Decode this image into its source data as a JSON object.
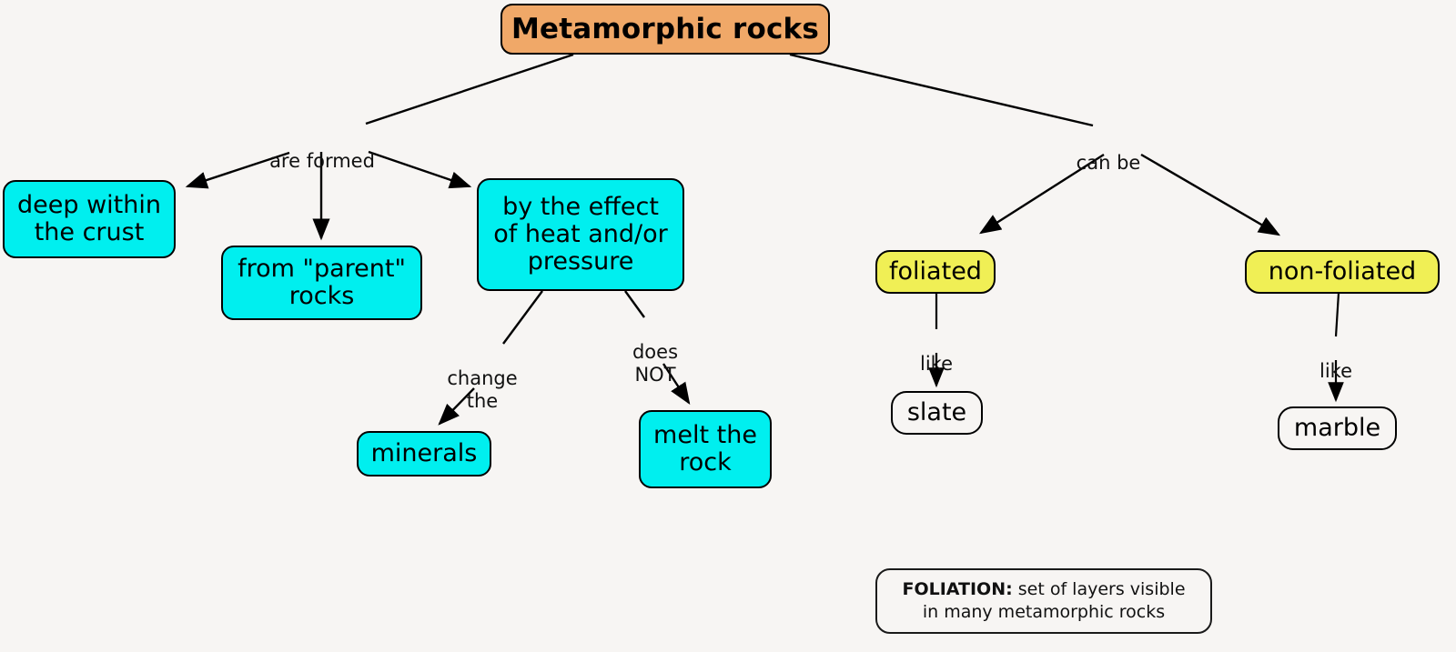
{
  "diagram": {
    "title": "Metamorphic rocks",
    "background_color": "#f7f5f3",
    "colors": {
      "root_fill": "#f0a868",
      "cyan_fill": "#00efef",
      "yellow_fill": "#f0ef55",
      "plain_fill": "#f7f5f3",
      "stroke": "#000000"
    }
  },
  "nodes": {
    "root": "Metamorphic rocks",
    "deep_within_crust": "deep within\nthe crust",
    "parent_rocks": "from \"parent\"\nrocks",
    "heat_pressure": "by the effect\nof heat and/or\npressure",
    "minerals": "minerals",
    "melt_the_rock": "melt the\nrock",
    "foliated": "foliated",
    "non_foliated": "non-foliated",
    "slate": "slate",
    "marble": "marble"
  },
  "edge_labels": {
    "are_formed": "are formed",
    "can_be": "can be",
    "change_the": "change\nthe",
    "does_not": "does\nNOT",
    "like_left": "like",
    "like_right": "like"
  },
  "legend": {
    "term": "FOLIATION:",
    "definition": " set of layers visible\nin many metamorphic rocks"
  }
}
